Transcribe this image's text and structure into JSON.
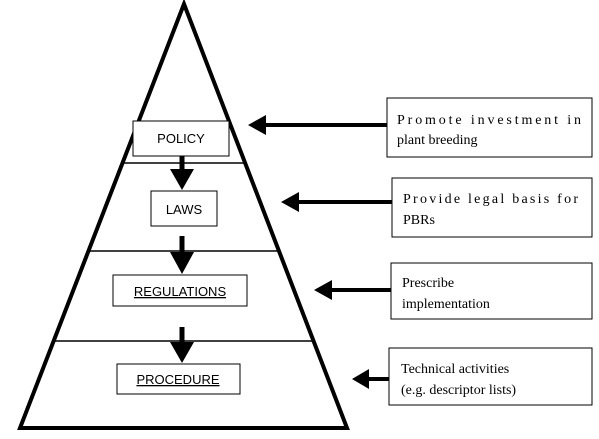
{
  "levels": [
    {
      "label": "POLICY",
      "underlined": false
    },
    {
      "label": "LAWS",
      "underlined": false
    },
    {
      "label": "REGULATIONS",
      "underlined": true
    },
    {
      "label": "PROCEDURE",
      "underlined": true
    }
  ],
  "notes": [
    {
      "lines": [
        "Promote investment in",
        "plant breeding"
      ],
      "justify_first": true
    },
    {
      "lines": [
        "Provide legal basis for",
        "PBRs"
      ],
      "justify_first": true
    },
    {
      "lines": [
        "Prescribe",
        "implementation"
      ],
      "justify_first": false
    },
    {
      "lines": [
        "Technical activities",
        "(e.g. descriptor lists)"
      ],
      "justify_first": false
    }
  ]
}
